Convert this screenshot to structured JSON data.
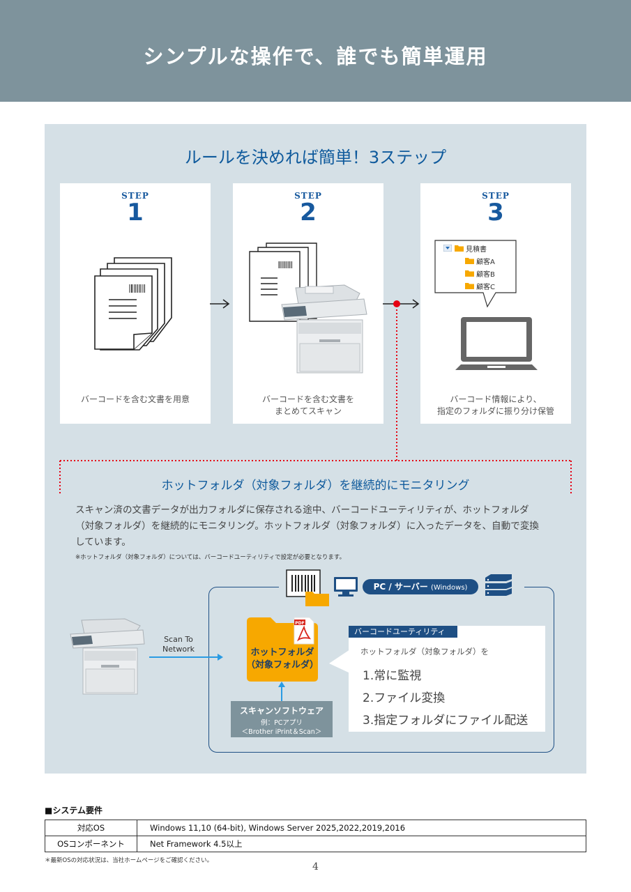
{
  "header": {
    "title": "シンプルな操作で、誰でも簡単運用"
  },
  "panel": {
    "title": "ルールを決めれば簡単！3ステップ"
  },
  "steps": [
    {
      "word": "STEP",
      "number": "1",
      "caption": "バーコードを含む文書を用意"
    },
    {
      "word": "STEP",
      "number": "2",
      "caption_line1": "バーコードを含む文書を",
      "caption_line2": "まとめてスキャン"
    },
    {
      "word": "STEP",
      "number": "3",
      "caption_line1": "バーコード情報により、",
      "caption_line2": "指定のフォルダに振り分け保管",
      "folder_tree": {
        "root": "見積書",
        "children": [
          "顧客A",
          "顧客B",
          "顧客C"
        ]
      }
    }
  ],
  "monitoring": {
    "title": "ホットフォルダ（対象フォルダ）を継続的にモニタリング",
    "body_line1": "スキャン済の文書データが出力フォルダに保存される途中、バーコードユーティリティが、ホットフォルダ",
    "body_line2": "（対象フォルダ）を継続的にモニタリング。ホットフォルダ（対象フォルダ）に入ったデータを、自動で変換",
    "body_line3": "しています。",
    "note": "※ホットフォルダ（対象フォルダ）については、バーコードユーティリティで設定が必要となります。"
  },
  "diagram": {
    "pc_label": "PC / サーバー",
    "pc_label_os": "(Windows)",
    "scan_to_line1": "Scan To",
    "scan_to_line2": "Network",
    "pdf_tag": "PDF",
    "hotfolder_line1": "ホットフォルダ",
    "hotfolder_line2": "（対象フォルダ）",
    "software_title": "スキャンソフトウェア",
    "software_sub1": "例：PCアプリ",
    "software_sub2": "＜Brother iPrint＆Scan＞",
    "utility_tag": "バーコードユーティリティ",
    "utility_intro": "ホットフォルダ（対象フォルダ）を",
    "utility_items": [
      "1.常に監視",
      "2.ファイル変換",
      "3.指定フォルダにファイル配送"
    ]
  },
  "requirements": {
    "title": "■システム要件",
    "rows": [
      {
        "key": "対応OS",
        "value": "Windows 11,10 (64-bit), Windows Server 2025,2022,2019,2016"
      },
      {
        "key": "OSコンポーネント",
        "value": "Net Framework 4.5以上"
      }
    ],
    "note": "＊最新OSの対応状況は、当社ホームページをご確認ください。"
  },
  "page_number": "4",
  "colors": {
    "header_bg": "#7e939c",
    "panel_bg": "#d5e0e6",
    "accent_blue": "#1e4f84",
    "title_blue": "#0f5a9c",
    "folder_orange": "#f7a800",
    "red_dot": "#e60012"
  }
}
